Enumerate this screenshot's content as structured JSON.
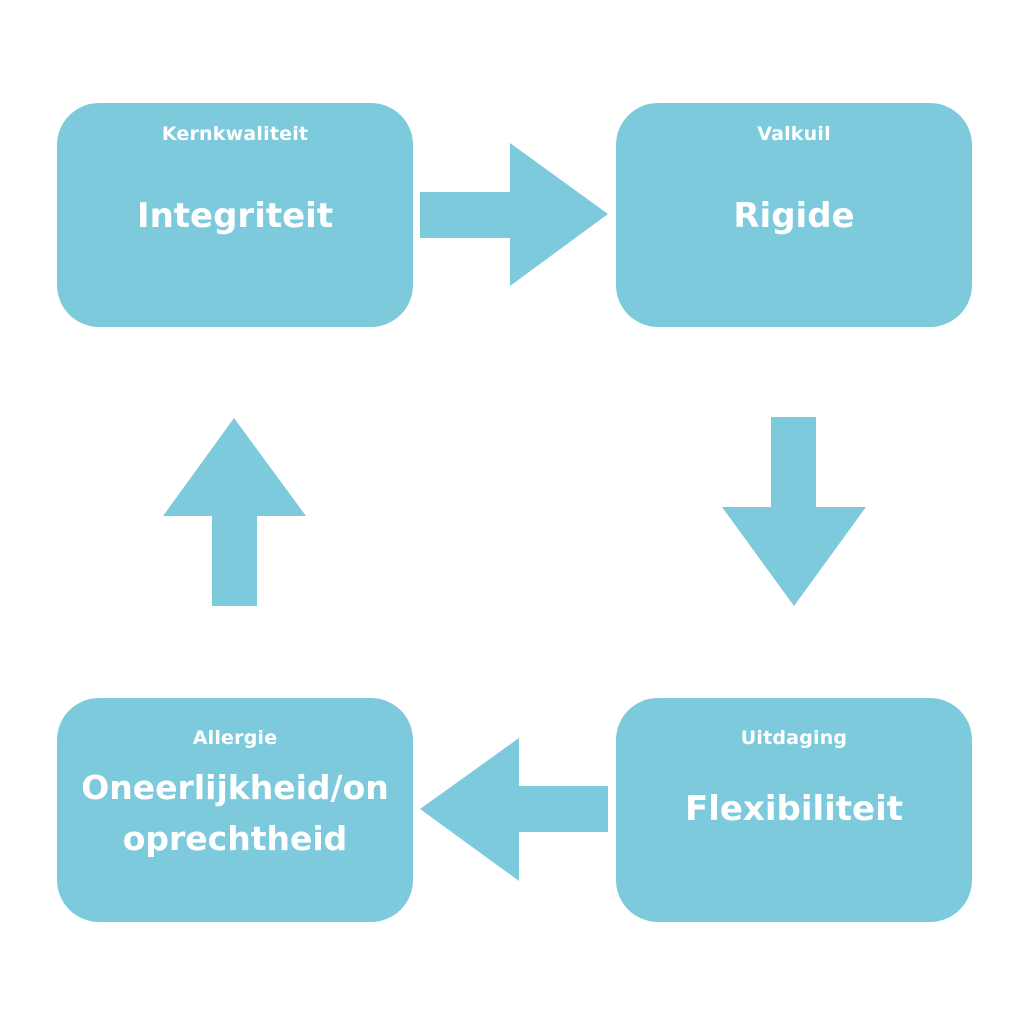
{
  "diagram": {
    "fill_color": "#7ecadd",
    "text_color": "#ffffff",
    "background": "#ffffff",
    "boxes": {
      "core_quality": {
        "heading": "Kernkwaliteit",
        "value": "Integriteit"
      },
      "pitfall": {
        "heading": "Valkuil",
        "value": "Rigide"
      },
      "challenge": {
        "heading": "Uitdaging",
        "value": "Flexibiliteit"
      },
      "allergy": {
        "heading": "Allergie",
        "value_line1": "Oneerlijkheid/on",
        "value_line2": "oprechtheid"
      }
    }
  }
}
